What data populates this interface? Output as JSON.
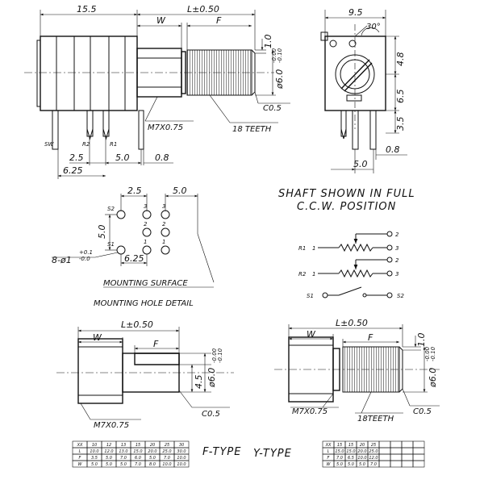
{
  "side_view": {
    "dim_body": "15.5",
    "dim_L": "L±0.50",
    "dim_W": "W",
    "dim_F": "F",
    "dim_1_0": "1.0",
    "dim_shaft_dia": "ø6.0",
    "dim_shaft_tol_top": "-0.00",
    "dim_shaft_tol_bot": "-0.10",
    "thread": "M7X0.75",
    "chamfer": "C0.5",
    "teeth": "18 TEETH",
    "pin_sw": "SW",
    "pin_r2": "R2",
    "pin_r1": "R1",
    "dim_2_5": "2.5",
    "dim_5_0": "5.0",
    "dim_0_8": "0.8",
    "dim_6_25": "6.25"
  },
  "front_view": {
    "dim_9_5": "9.5",
    "dim_angle": "30°",
    "dim_4_8": "4.8",
    "dim_6_5": "6.5",
    "dim_3_5": "3.5",
    "dim_0_8": "0.8",
    "dim_5_0": "5.0"
  },
  "hole_detail": {
    "dim_2_5": "2.5",
    "dim_5_0_top": "5.0",
    "dim_5_0_side": "5.0",
    "dim_6_25": "6.25",
    "hole_spec": "8-ø1",
    "hole_tol_top": "+0.1",
    "hole_tol_bot": "-0.0",
    "label_s1": "S1",
    "label_s2": "S2",
    "pin_1": "1",
    "pin_2": "2",
    "pin_3": "3",
    "mounting_surface": "MOUNTING SURFACE",
    "caption": "MOUNTING HOLE DETAIL"
  },
  "shaft_note": {
    "line1": "SHAFT SHOWN IN FULL",
    "line2": "C.C.W. POSITION"
  },
  "schematic": {
    "r1_label": "R1",
    "r2_label": "R2",
    "s1_label": "S1",
    "s2_label": "S2",
    "pin_1": "1",
    "pin_2": "2",
    "pin_3": "3"
  },
  "f_type": {
    "dim_L": "L±0.50",
    "dim_W": "W",
    "dim_F": "F",
    "dim_shaft_dia": "ø6.0",
    "dim_shaft_tol_top": "-0.00",
    "dim_shaft_tol_bot": "-0.10",
    "dim_4_5": "4.5",
    "thread": "M7X0.75",
    "chamfer": "C0.5",
    "caption": "F-TYPE",
    "table": {
      "headers": [
        "XX",
        "10",
        "12",
        "13",
        "15",
        "20",
        "25",
        "30"
      ],
      "rows": [
        [
          "L",
          "10.0",
          "12.0",
          "13.0",
          "15.0",
          "20.0",
          "25.0",
          "30.0"
        ],
        [
          "F",
          "3.5",
          "5.0",
          "7.0",
          "6.0",
          "5.0",
          "7.0",
          "10.0"
        ],
        [
          "W",
          "5.0",
          "5.0",
          "5.0",
          "7.0",
          "8.0",
          "10.0",
          "10.0"
        ]
      ]
    }
  },
  "y_type": {
    "dim_L": "L±0.50",
    "dim_W": "W",
    "dim_F": "F",
    "dim_1_0": "1.0",
    "dim_shaft_dia": "ø6.0",
    "dim_shaft_tol_top": "-0.00",
    "dim_shaft_tol_bot": "-0.10",
    "thread": "M7X0.75",
    "teeth": "18TEETH",
    "chamfer": "C0.5",
    "caption": "Y-TYPE",
    "table": {
      "headers": [
        "XX",
        "15",
        "15",
        "20",
        "25"
      ],
      "rows": [
        [
          "L",
          "15.0",
          "15.0",
          "20.0",
          "25.0"
        ],
        [
          "F",
          "7.0",
          "6.5",
          "10.0",
          "12.0"
        ],
        [
          "W",
          "5.0",
          "5.0",
          "5.0",
          "7.0"
        ]
      ]
    }
  }
}
